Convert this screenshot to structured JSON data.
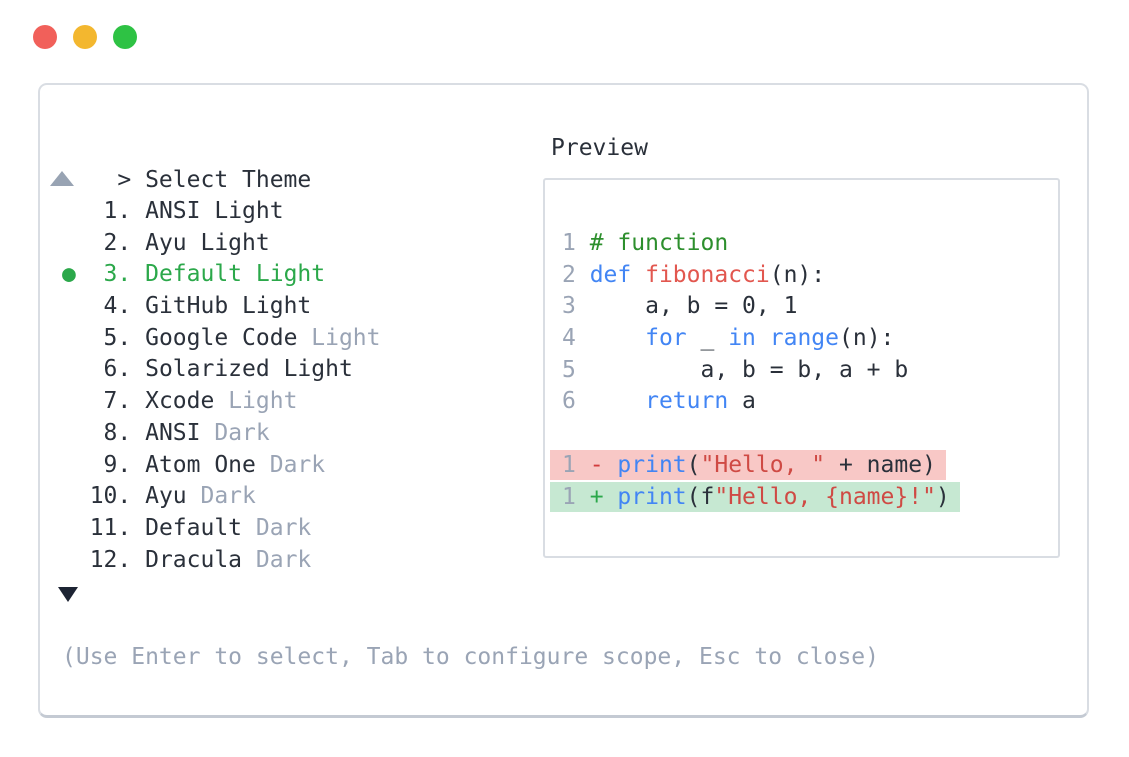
{
  "window": {
    "traffic_lights": [
      {
        "name": "close",
        "color": "#f1605a"
      },
      {
        "name": "minimize",
        "color": "#f3b72f"
      },
      {
        "name": "zoom",
        "color": "#2ec244"
      }
    ]
  },
  "colors": {
    "panel_border": "#d9dde3",
    "panel_border_bottom": "#c4cad3",
    "text_dark": "#2a303a",
    "text_muted": "#9aa4b5",
    "accent_green": "#2ba84a",
    "keyword_blue": "#4285f4",
    "function_red": "#e2574f",
    "string_red": "#cf4a44",
    "comment_green": "#2d8f2d",
    "removed_bg": "#f8c8c6",
    "added_bg": "#c6e8d2",
    "diff_minus_red": "#d23c3c",
    "diff_plus_green": "#2ba84a",
    "scroll_up_gray": "#98a3b3",
    "scroll_down_dark": "#1d2433"
  },
  "theme_picker": {
    "prompt": "> Select Theme",
    "scroll_up_icon": "triangle-up",
    "scroll_down_icon": "triangle-down",
    "selected_bullet": "●",
    "items": [
      {
        "number": "1",
        "name": "ANSI",
        "variant": "Light",
        "variant_muted": false,
        "selected": false
      },
      {
        "number": "2",
        "name": "Ayu",
        "variant": "Light",
        "variant_muted": false,
        "selected": false
      },
      {
        "number": "3",
        "name": "Default",
        "variant": "Light",
        "variant_muted": false,
        "selected": true
      },
      {
        "number": "4",
        "name": "GitHub",
        "variant": "Light",
        "variant_muted": false,
        "selected": false
      },
      {
        "number": "5",
        "name": "Google Code",
        "variant": "Light",
        "variant_muted": true,
        "selected": false
      },
      {
        "number": "6",
        "name": "Solarized",
        "variant": "Light",
        "variant_muted": false,
        "selected": false
      },
      {
        "number": "7",
        "name": "Xcode",
        "variant": "Light",
        "variant_muted": true,
        "selected": false
      },
      {
        "number": "8",
        "name": "ANSI",
        "variant": "Dark",
        "variant_muted": true,
        "selected": false
      },
      {
        "number": "9",
        "name": "Atom One",
        "variant": "Dark",
        "variant_muted": true,
        "selected": false
      },
      {
        "number": "10",
        "name": "Ayu",
        "variant": "Dark",
        "variant_muted": true,
        "selected": false
      },
      {
        "number": "11",
        "name": "Default",
        "variant": "Dark",
        "variant_muted": true,
        "selected": false
      },
      {
        "number": "12",
        "name": "Dracula",
        "variant": "Dark",
        "variant_muted": true,
        "selected": false
      }
    ],
    "help_text": "(Use Enter to select, Tab to configure scope, Esc to close)"
  },
  "preview": {
    "label": "Preview",
    "code_lines": [
      {
        "num": "1",
        "tokens": [
          {
            "text": "# function",
            "type": "comment"
          }
        ]
      },
      {
        "num": "2",
        "tokens": [
          {
            "text": "def",
            "type": "keyword"
          },
          {
            "text": " ",
            "type": "plain"
          },
          {
            "text": "fibonacci",
            "type": "function"
          },
          {
            "text": "(n):",
            "type": "plain"
          }
        ]
      },
      {
        "num": "3",
        "tokens": [
          {
            "text": "    a, b = 0, 1",
            "type": "plain"
          }
        ]
      },
      {
        "num": "4",
        "tokens": [
          {
            "text": "    ",
            "type": "plain"
          },
          {
            "text": "for",
            "type": "keyword"
          },
          {
            "text": " _ ",
            "type": "plain"
          },
          {
            "text": "in",
            "type": "keyword"
          },
          {
            "text": " ",
            "type": "plain"
          },
          {
            "text": "range",
            "type": "keyword"
          },
          {
            "text": "(n):",
            "type": "plain"
          }
        ]
      },
      {
        "num": "5",
        "tokens": [
          {
            "text": "        a, b = b, a + b",
            "type": "plain"
          }
        ]
      },
      {
        "num": "6",
        "tokens": [
          {
            "text": "    ",
            "type": "plain"
          },
          {
            "text": "return",
            "type": "keyword"
          },
          {
            "text": " a",
            "type": "plain"
          }
        ]
      },
      {
        "blank": true
      },
      {
        "num": "1",
        "diff": "removed",
        "tokens": [
          {
            "text": "- ",
            "type": "minus"
          },
          {
            "text": "print",
            "type": "keyword"
          },
          {
            "text": "(",
            "type": "plain"
          },
          {
            "text": "\"Hello, \"",
            "type": "string"
          },
          {
            "text": " + name)",
            "type": "plain"
          }
        ]
      },
      {
        "num": "1",
        "diff": "added",
        "tokens": [
          {
            "text": "+ ",
            "type": "plus"
          },
          {
            "text": "print",
            "type": "keyword"
          },
          {
            "text": "(f",
            "type": "plain"
          },
          {
            "text": "\"Hello, {name}!\"",
            "type": "string"
          },
          {
            "text": ")",
            "type": "plain"
          }
        ]
      }
    ]
  }
}
